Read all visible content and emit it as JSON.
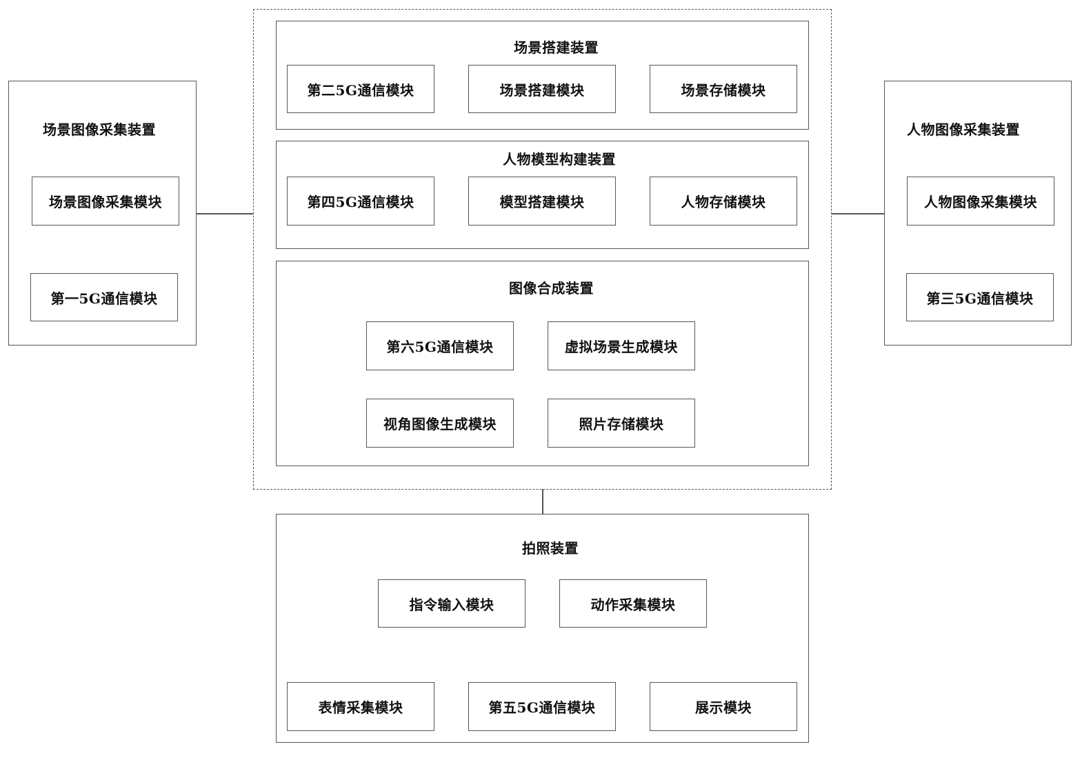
{
  "scene_capture_device": {
    "title": "场景图像采集装置",
    "modules": [
      "场景图像采集模块",
      "第一5G通信模块"
    ]
  },
  "person_capture_device": {
    "title": "人物图像采集装置",
    "modules": [
      "人物图像采集模块",
      "第三5G通信模块"
    ]
  },
  "scene_build_device": {
    "title": "场景搭建装置",
    "modules": [
      "第二5G通信模块",
      "场景搭建模块",
      "场景存储模块"
    ]
  },
  "person_model_device": {
    "title": "人物模型构建装置",
    "modules": [
      "第四5G通信模块",
      "模型搭建模块",
      "人物存储模块"
    ]
  },
  "image_synthesis_device": {
    "title": "图像合成装置",
    "modules": [
      "第六5G通信模块",
      "虚拟场景生成模块",
      "视角图像生成模块",
      "照片存储模块"
    ]
  },
  "photo_device": {
    "title": "拍照装置",
    "modules": [
      "指令输入模块",
      "动作采集模块",
      "表情采集模块",
      "第五5G通信模块",
      "展示模块"
    ]
  }
}
